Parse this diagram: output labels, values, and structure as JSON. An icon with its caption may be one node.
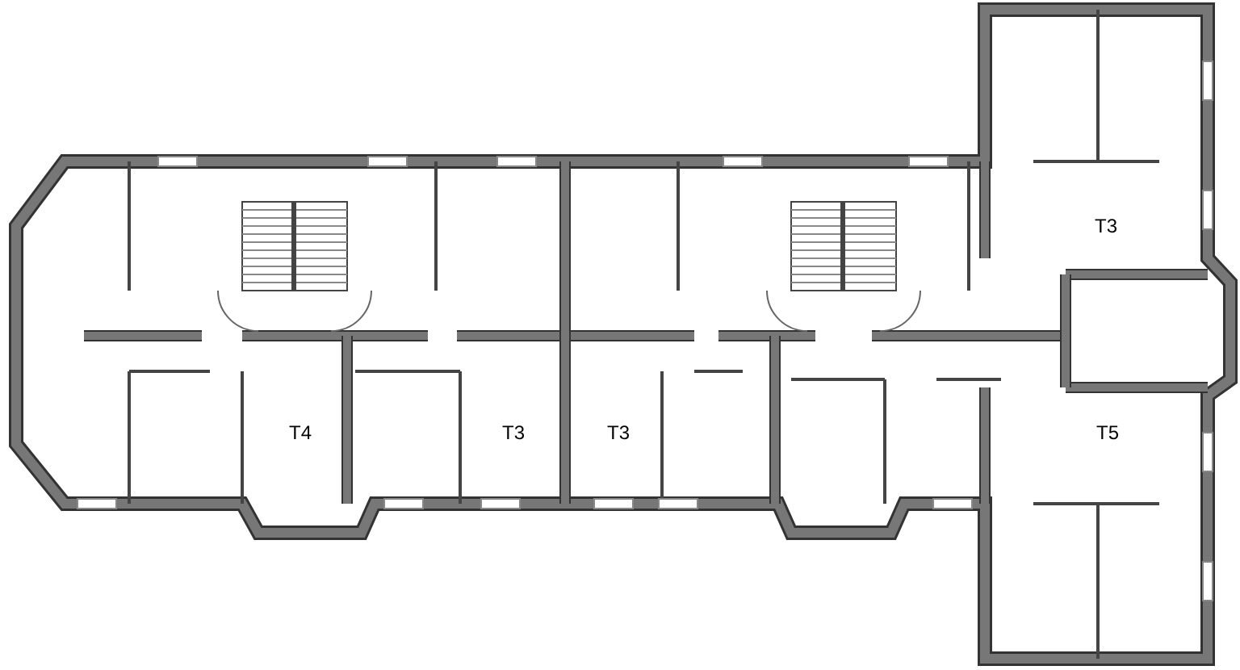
{
  "diagram": {
    "labels": [
      "T3",
      "T4",
      "T3",
      "T3",
      "T5"
    ]
  }
}
